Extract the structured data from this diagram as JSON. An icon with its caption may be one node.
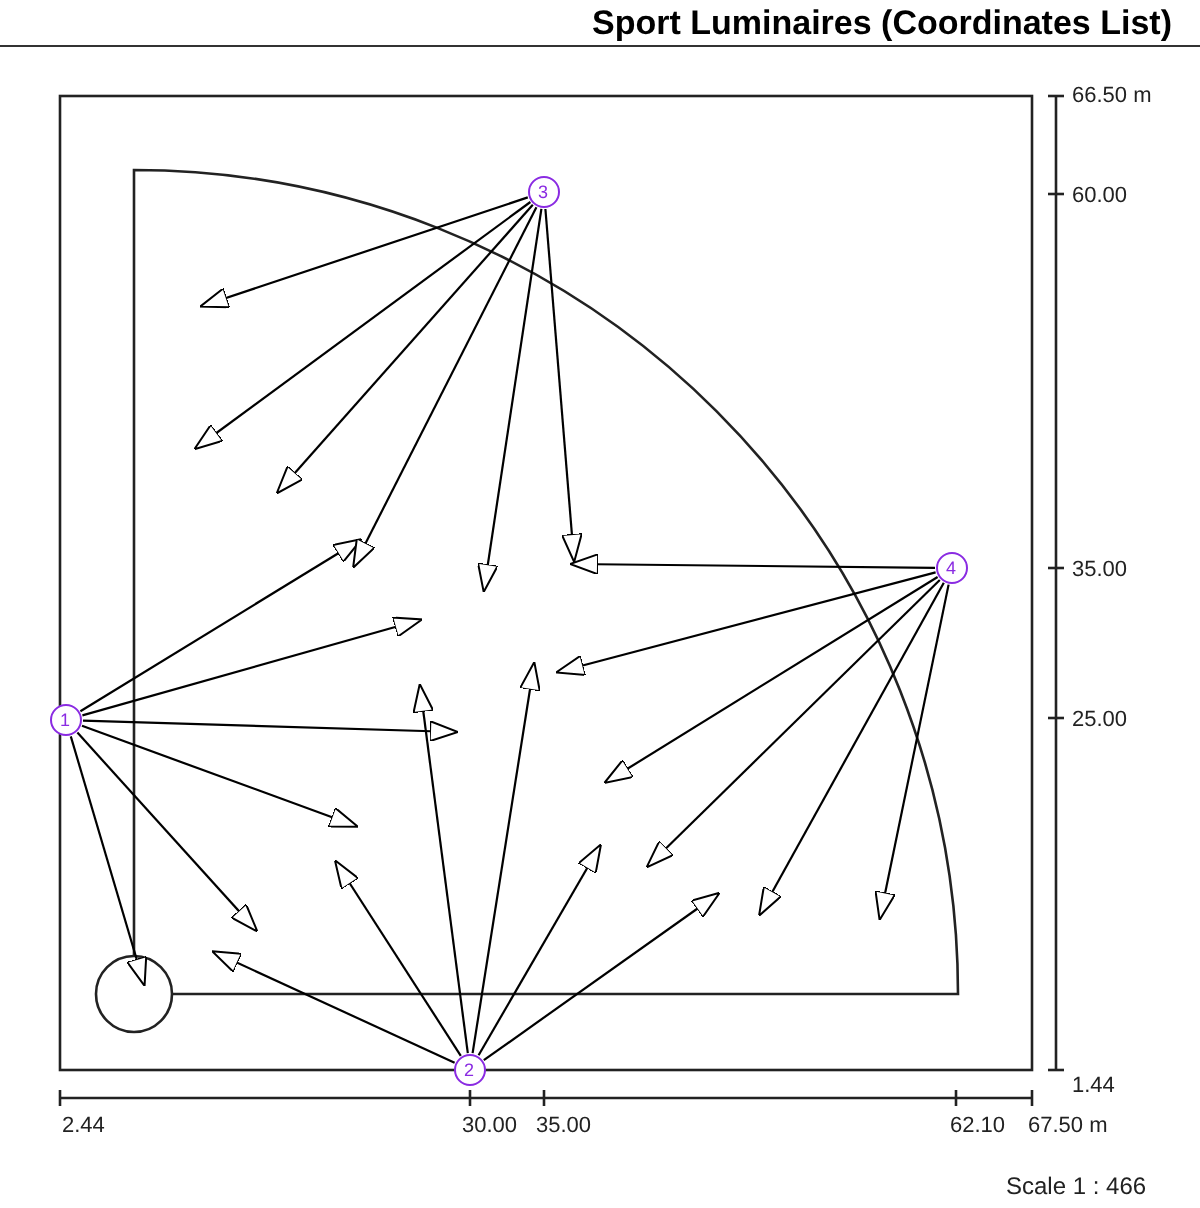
{
  "diagram": {
    "title": "Sport Luminaires (Coordinates List)",
    "nodes": [
      {
        "text": [
          "1"
        ]
      },
      {
        "text": [
          "2"
        ]
      },
      {
        "text": [
          "3"
        ]
      },
      {
        "text": [
          "4"
        ]
      }
    ],
    "edges": [
      {
        "from": 0,
        "to": null,
        "arrow": "to"
      },
      {
        "from": 0,
        "to": null,
        "arrow": "to"
      },
      {
        "from": 0,
        "to": null,
        "arrow": "to"
      },
      {
        "from": 0,
        "to": null,
        "arrow": "to"
      },
      {
        "from": 0,
        "to": null,
        "arrow": "to"
      },
      {
        "from": 0,
        "to": null,
        "arrow": "to"
      },
      {
        "from": 1,
        "to": null,
        "arrow": "to"
      },
      {
        "from": 1,
        "to": null,
        "arrow": "to"
      },
      {
        "from": 1,
        "to": null,
        "arrow": "to"
      },
      {
        "from": 1,
        "to": null,
        "arrow": "to"
      },
      {
        "from": 1,
        "to": null,
        "arrow": "to"
      },
      {
        "from": 1,
        "to": null,
        "arrow": "to"
      },
      {
        "from": 2,
        "to": null,
        "arrow": "to"
      },
      {
        "from": 2,
        "to": null,
        "arrow": "to"
      },
      {
        "from": 2,
        "to": null,
        "arrow": "to"
      },
      {
        "from": 2,
        "to": null,
        "arrow": "to"
      },
      {
        "from": 2,
        "to": null,
        "arrow": "to"
      },
      {
        "from": 2,
        "to": null,
        "arrow": "to"
      },
      {
        "from": 3,
        "to": null,
        "arrow": "to"
      },
      {
        "from": 3,
        "to": null,
        "arrow": "to"
      },
      {
        "from": 3,
        "to": null,
        "arrow": "to"
      },
      {
        "from": 3,
        "to": null,
        "arrow": "to"
      },
      {
        "from": 3,
        "to": null,
        "arrow": "to"
      },
      {
        "from": 3,
        "to": null,
        "arrow": "to"
      }
    ],
    "labels": [
      "66.50 m",
      "60.00",
      "35.00",
      "25.00",
      "1.44",
      "2.44",
      "30.00",
      "35.00",
      "62.10",
      "67.50 m",
      "Scale 1 : 466"
    ]
  }
}
